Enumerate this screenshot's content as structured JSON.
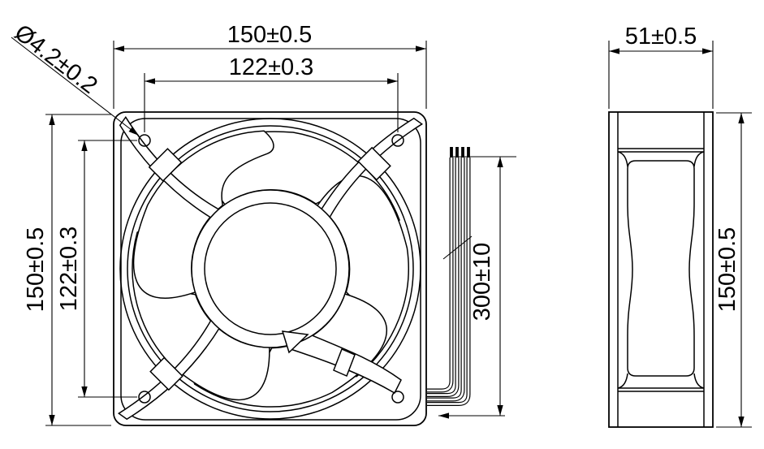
{
  "drawing": {
    "type": "engineering-dimension-drawing",
    "subject": "axial cooling fan, front view and side view",
    "background_color": "#ffffff",
    "line_color": "#000000",
    "dimensions": {
      "hole_diameter": "Ø4.2±0.2",
      "top_width": "150±0.5",
      "top_hole_spacing": "122±0.3",
      "left_height": "150±0.5",
      "left_hole_spacing": "122±0.3",
      "wire_length": "300±10",
      "side_depth": "51±0.5",
      "side_height": "150±0.5"
    }
  }
}
